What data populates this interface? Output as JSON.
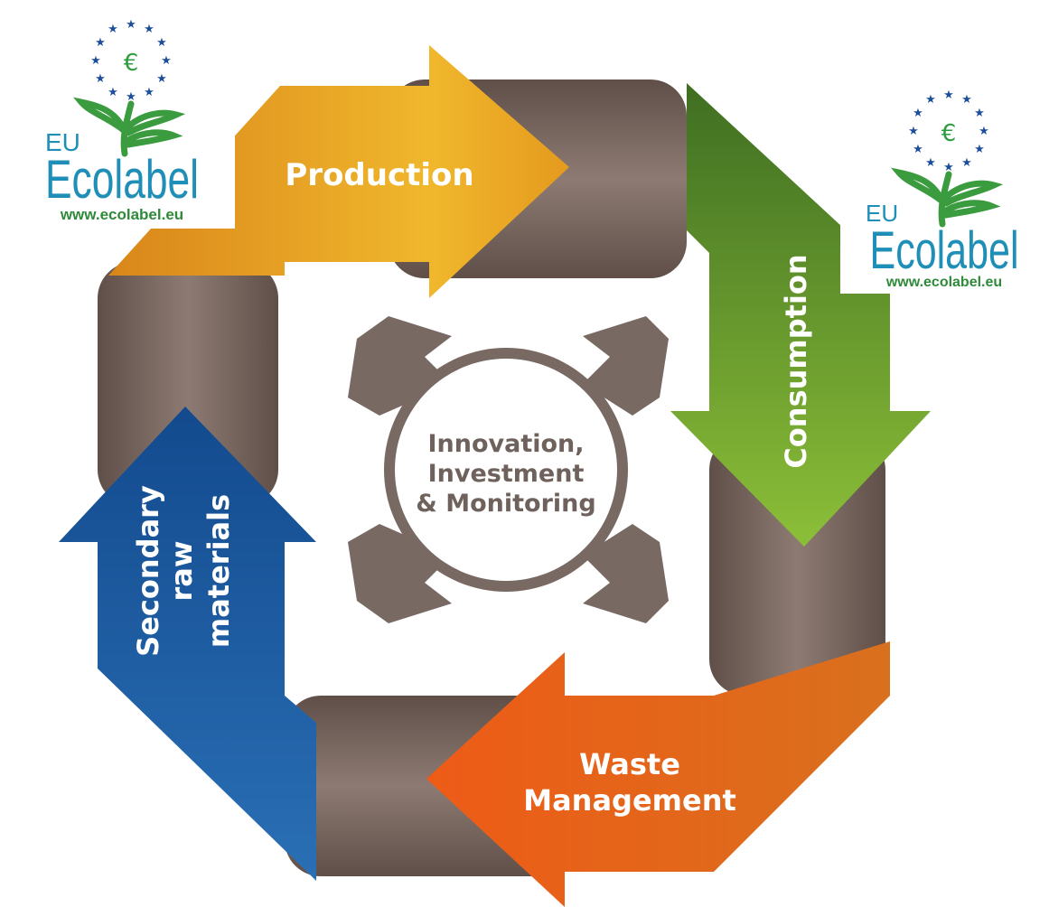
{
  "stages": {
    "production": "Production",
    "consumption": "Consumption",
    "waste_line1": "Waste",
    "waste_line2": "Management",
    "secondary_line1": "Secondary",
    "secondary_line2": "raw",
    "secondary_line3": "materials"
  },
  "center": {
    "line1": "Innovation,",
    "line2": "Investment",
    "line3": "& Monitoring"
  },
  "logos": [
    {
      "eu": "EU",
      "word": "Ecolabel",
      "url": "www.ecolabel.eu",
      "symbol": "€"
    },
    {
      "eu": "EU",
      "word": "Ecolabel",
      "url": "www.ecolabel.eu",
      "symbol": "€"
    }
  ],
  "colors": {
    "production": "#e8a020",
    "consumption": "#5f9a2c",
    "waste": "#e8641a",
    "secondary": "#1d5fa8",
    "loop": "#7a6a62",
    "center": "#796963"
  }
}
